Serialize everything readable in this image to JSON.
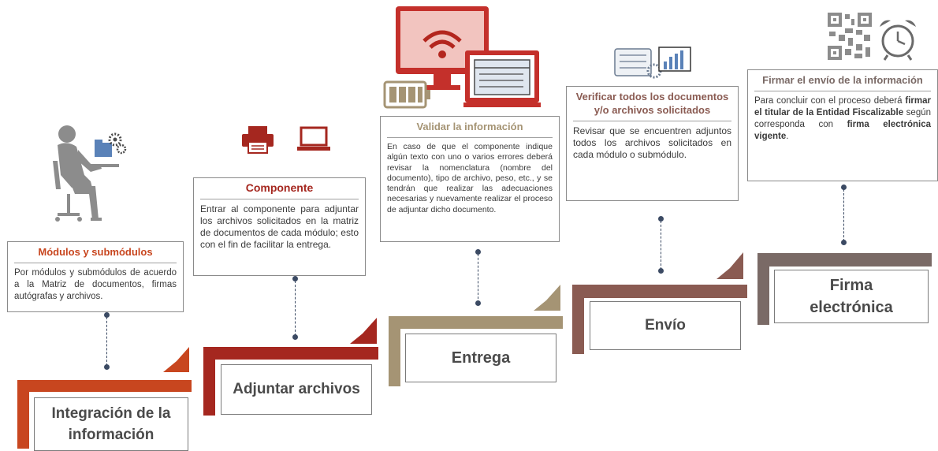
{
  "stages": [
    {
      "id": "integracion",
      "color": "#c8461f",
      "box_title": "Módulos y submódulos",
      "box_body": "Por módulos y submódulos de acuerdo a la Matriz de documentos, firmas autógrafas y archivos.",
      "label": "Integración de la información"
    },
    {
      "id": "adjuntar",
      "color": "#a5271f",
      "box_title": "Componente",
      "box_body": "Entrar al componente para adjuntar los archivos solicitados en la matriz de documentos de cada módulo; esto con el fin de facilitar la entrega.",
      "label": "Adjuntar archivos"
    },
    {
      "id": "entrega",
      "color": "#a59474",
      "box_title": "Validar la información",
      "box_body": "En caso de que el componente indique algún texto con uno o varios errores deberá revisar la nomenclatura (nombre del documento), tipo de archivo, peso, etc., y se tendrán que realizar las adecuaciones necesarias y nuevamente realizar el proceso de adjuntar dicho documento.",
      "label": "Entrega"
    },
    {
      "id": "envio",
      "color": "#8a5b52",
      "box_title": "Verificar todos los documentos y/o archivos solicitados",
      "box_body": "Revisar que se encuentren adjuntos todos los archivos solicitados en cada módulo o submódulo.",
      "label": "Envío"
    },
    {
      "id": "firma",
      "color": "#7a6a66",
      "box_title": "Firmar el envío de la información",
      "box_body_parts": {
        "p1": "Para concluir con el proceso deberá ",
        "b1": "firmar el titular de la Entidad Fiscalizable",
        "p2": " según corresponda con ",
        "b2": "firma electrónica vigente",
        "p3": "."
      },
      "label": "Firma electrónica"
    }
  ],
  "icons": {
    "person": "person-at-desk-icon",
    "gears": "gears-icon",
    "printer": "printer-icon",
    "laptop": "laptop-icon",
    "monitor": "wifi-monitor-icon",
    "calendar": "calendar-icon",
    "battery": "battery-icon",
    "chart": "chart-gear-icon",
    "qr": "qr-code-icon",
    "clock": "alarm-clock-icon"
  }
}
